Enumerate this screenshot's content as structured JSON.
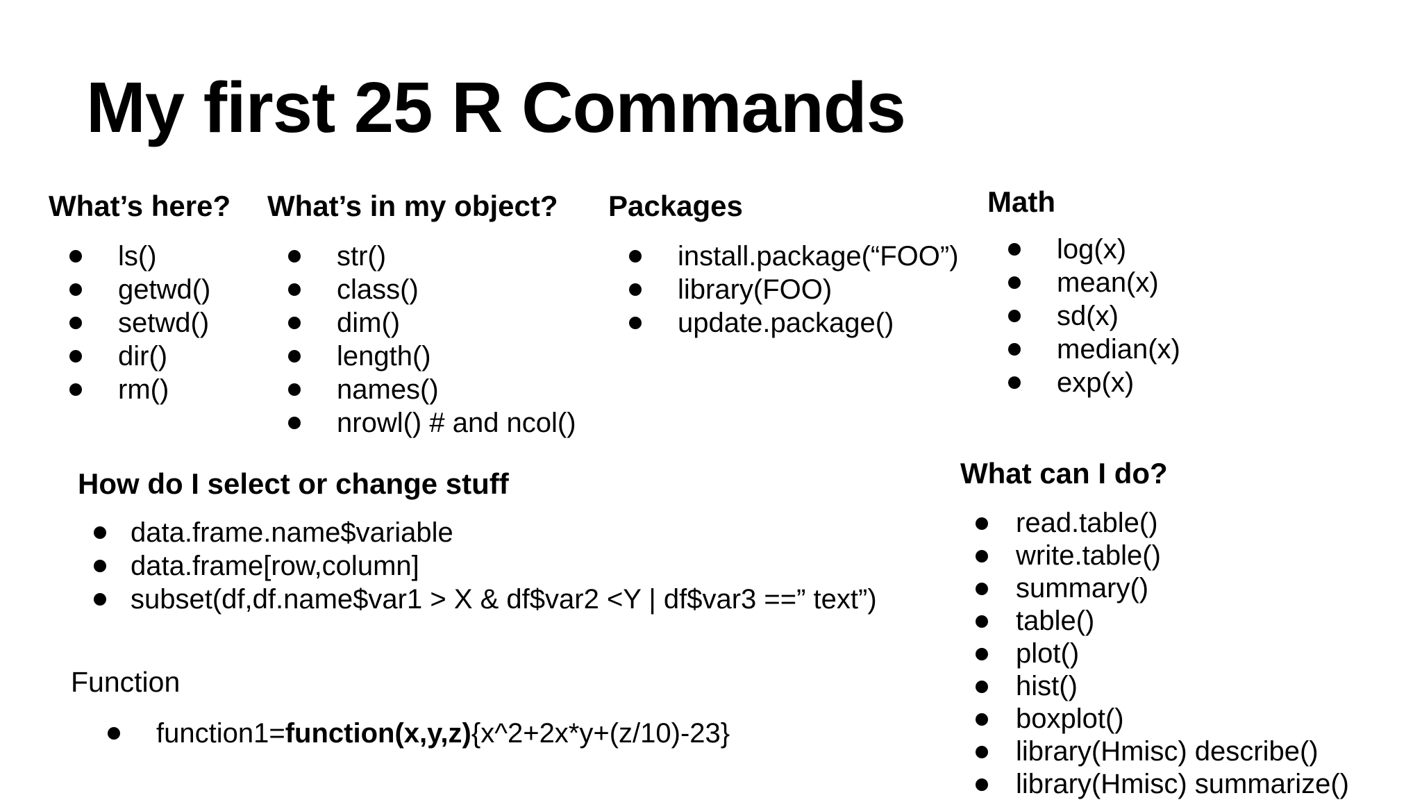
{
  "slide": {
    "title": "My first 25 R Commands",
    "background_color": "#ffffff",
    "text_color": "#000000",
    "sections": {
      "whats_here": {
        "heading": "What’s here?",
        "items": [
          "ls()",
          "getwd()",
          "setwd()",
          "dir()",
          "rm()"
        ]
      },
      "whats_in_my_object": {
        "heading": "What’s in my object?",
        "items": [
          "str()",
          "class()",
          "dim()",
          "length()",
          "names()",
          "nrowl() # and ncol()"
        ]
      },
      "packages": {
        "heading": "Packages",
        "items": [
          "install.package(“FOO”)",
          "library(FOO)",
          "update.package()"
        ]
      },
      "math": {
        "heading": "Math",
        "items": [
          "log(x)",
          "mean(x)",
          "sd(x)",
          "median(x)",
          "exp(x)"
        ]
      },
      "select_change": {
        "heading": "How do I select or change stuff",
        "items": [
          "data.frame.name$variable",
          "data.frame[row,column]",
          "subset(df,df.name$var1 > X & df$var2 <Y | df$var3 ==” text”)"
        ]
      },
      "what_can_i_do": {
        "heading": "What can I do?",
        "items": [
          "read.table()",
          "write.table()",
          "summary()",
          "table()",
          "plot()",
          "hist()",
          "boxplot()",
          "library(Hmisc) describe()",
          "library(Hmisc) summarize()"
        ]
      },
      "function": {
        "heading": "Function",
        "item_prefix": "function1=",
        "item_bold": "function(x,y,z)",
        "item_suffix": "{x^2+2x*y+(z/10)-23}"
      }
    }
  }
}
